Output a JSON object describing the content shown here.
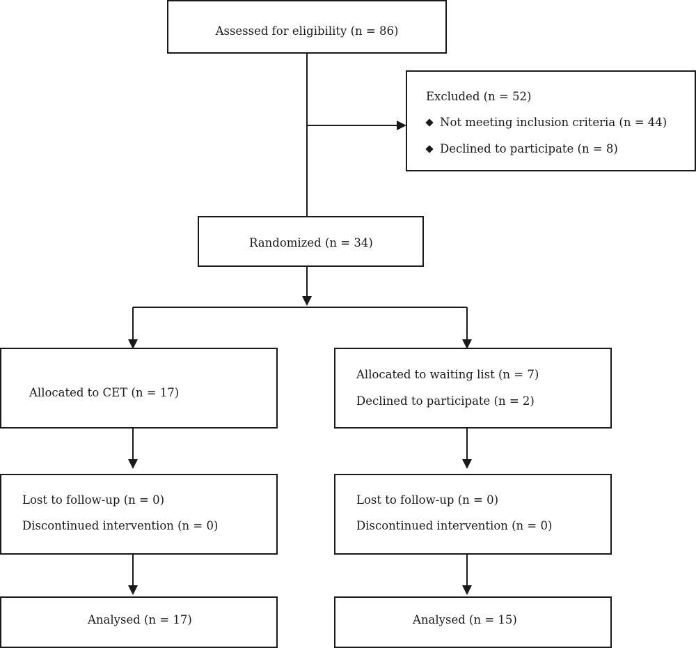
{
  "assessed": "Assessed for eligibility (n = 86)",
  "excluded": {
    "title": "Excluded (n = 52)",
    "items": [
      "Not meeting inclusion criteria (n = 44)",
      "Declined to participate (n = 8)"
    ]
  },
  "randomized": "Randomized (n = 34)",
  "left": {
    "allocated": "Allocated to CET (n = 17)",
    "followup": [
      "Lost to follow-up (n = 0)",
      "Discontinued intervention (n = 0)"
    ],
    "analysed": "Analysed (n = 17)"
  },
  "right": {
    "allocated": [
      "Allocated to waiting list (n = 7)",
      "Declined to participate (n = 2)"
    ],
    "followup": [
      "Lost to follow-up (n = 0)",
      "Discontinued intervention (n = 0)"
    ],
    "analysed": "Analysed (n = 15)"
  }
}
